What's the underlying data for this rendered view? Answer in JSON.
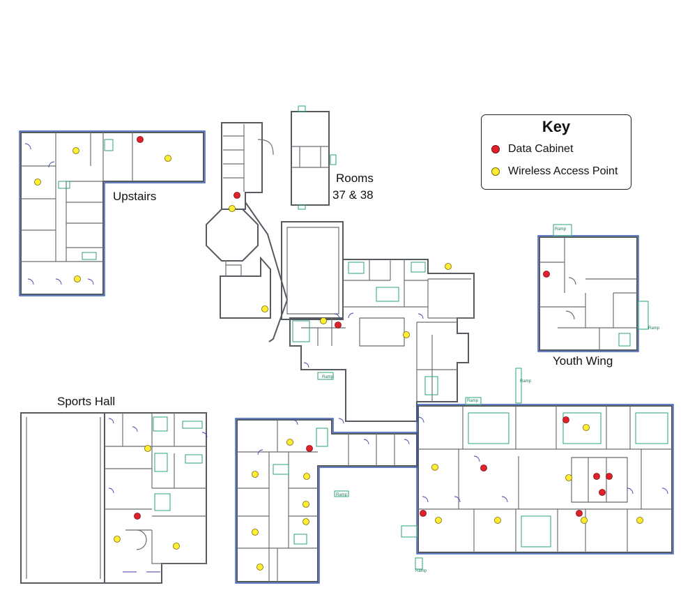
{
  "labels": {
    "upstairs": "Upstairs",
    "rooms_line1": "Rooms",
    "rooms_line2": "37 & 38",
    "youth_wing": "Youth Wing",
    "sports_hall": "Sports Hall",
    "ramp": "Ramp"
  },
  "key": {
    "title": "Key",
    "data_cabinet": "Data Cabinet",
    "wireless_access_point": "Wireless Access Point"
  },
  "colors": {
    "data_cabinet": "#e0202a",
    "wireless_access_point": "#ffee33",
    "outer_wall": "#2f56b8",
    "fixtures": "#2aa57a"
  }
}
